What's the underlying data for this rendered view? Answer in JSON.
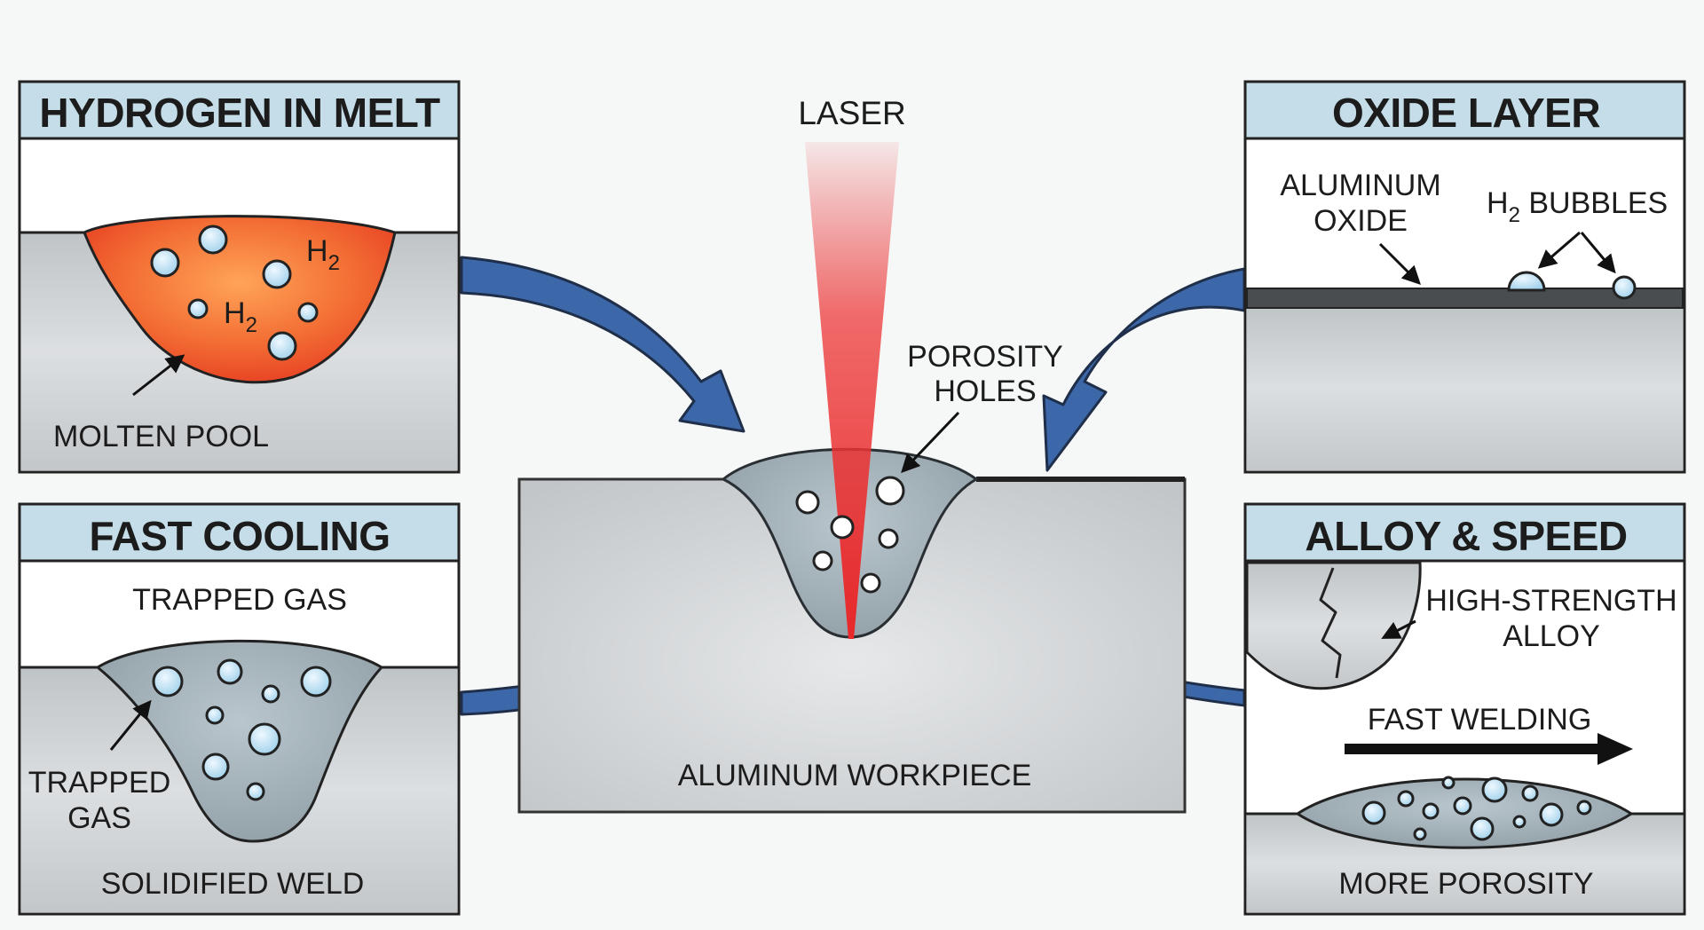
{
  "center": {
    "laser_label": "LASER",
    "porosity_label": [
      "POROSITY",
      "HOLES"
    ],
    "workpiece_label": "ALUMINUM WORKPIECE"
  },
  "panels": {
    "hydrogen": {
      "title": "HYDROGEN IN MELT",
      "gas_symbol": "H",
      "gas_subscript": "2",
      "pool_label": "MOLTEN POOL"
    },
    "oxide": {
      "title": "OXIDE LAYER",
      "oxide_label": [
        "ALUMINUM",
        "OXIDE"
      ],
      "bubbles_label_prefix": "H",
      "bubbles_label_subscript": "2",
      "bubbles_label_suffix": " BUBBLES"
    },
    "cooling": {
      "title": "FAST COOLING",
      "top_label": "TRAPPED GAS",
      "side_label": [
        "TRAPPED",
        "GAS"
      ],
      "bottom_label": "SOLIDIFIED WELD"
    },
    "alloy": {
      "title": "ALLOY & SPEED",
      "alloy_label": [
        "HIGH-STRENGTH",
        "ALLOY"
      ],
      "speed_label": "FAST WELDING",
      "bottom_label": "MORE POROSITY"
    }
  },
  "colors": {
    "metal": "#c9cdcf",
    "header": "#c5dde8",
    "arrow": "#3c67a9",
    "molten": "#f05a2a",
    "laser": "#e8282a",
    "bubble": "#a8d6ee"
  }
}
